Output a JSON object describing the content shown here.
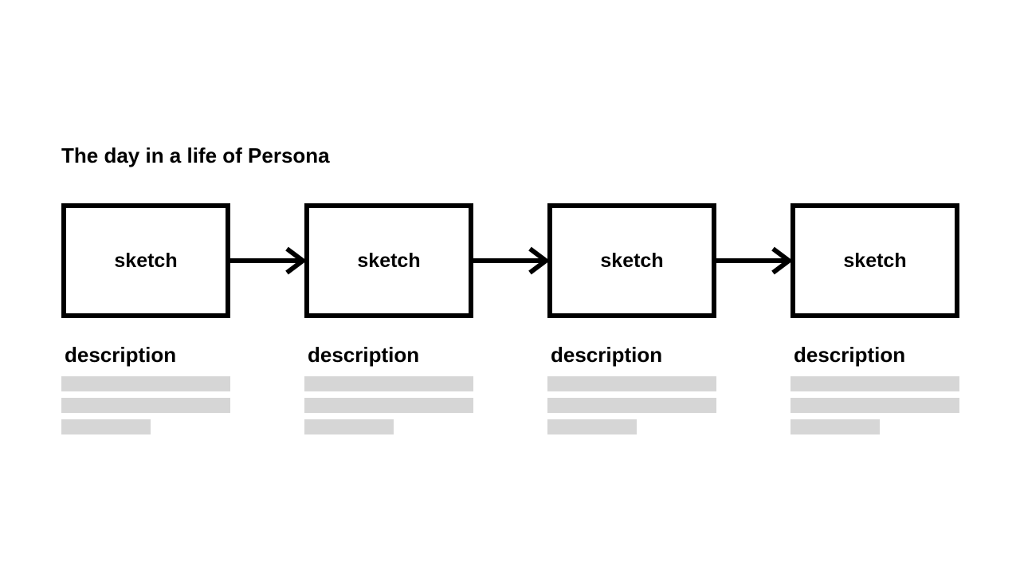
{
  "title": "The day in a life of Persona",
  "steps": [
    {
      "sketch_label": "sketch",
      "description_title": "description"
    },
    {
      "sketch_label": "sketch",
      "description_title": "description"
    },
    {
      "sketch_label": "sketch",
      "description_title": "description"
    },
    {
      "sketch_label": "sketch",
      "description_title": "description"
    }
  ],
  "colors": {
    "stroke": "#000000",
    "placeholder_bar": "#d6d6d6",
    "background": "#ffffff"
  }
}
